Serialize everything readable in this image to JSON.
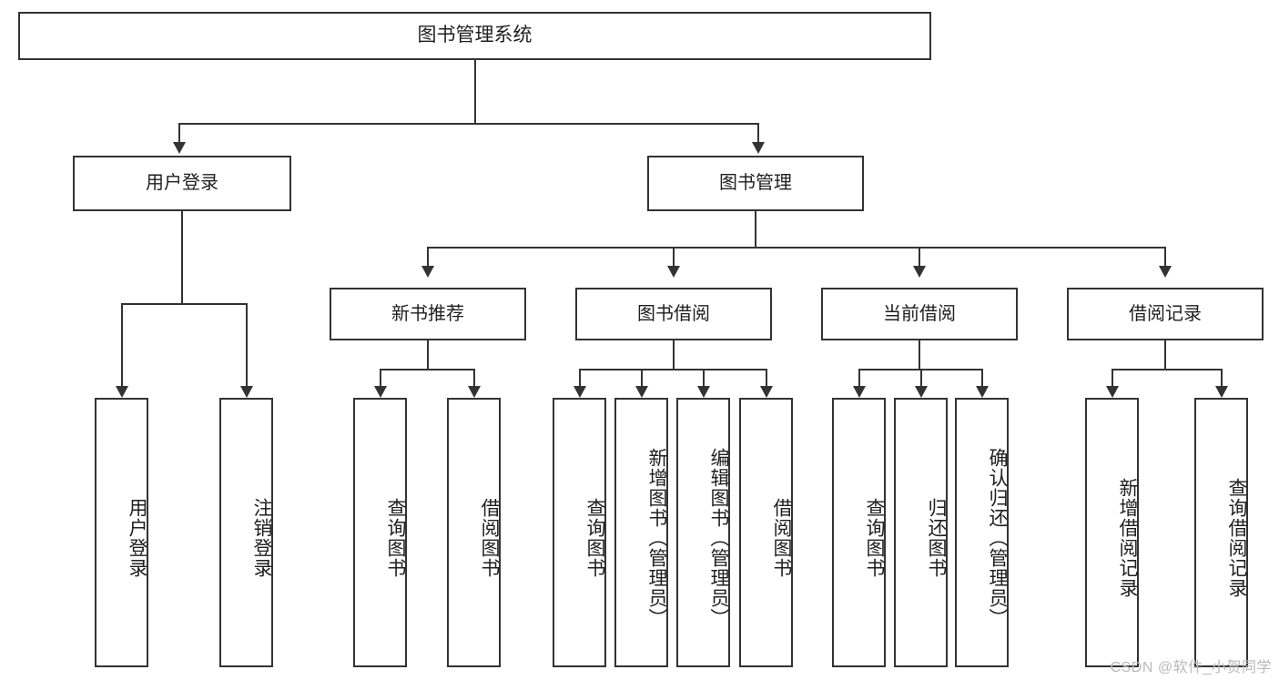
{
  "diagram": {
    "title": "图书管理系统",
    "type": "tree",
    "root": {
      "label": "图书管理系统"
    },
    "level2": [
      {
        "label": "用户登录"
      },
      {
        "label": "图书管理"
      }
    ],
    "level3": [
      {
        "label": "新书推荐"
      },
      {
        "label": "图书借阅"
      },
      {
        "label": "当前借阅"
      },
      {
        "label": "借阅记录"
      }
    ],
    "leaves": {
      "user_login": [
        {
          "label": "用户登录"
        },
        {
          "label": "注销登录"
        }
      ],
      "new_book_recommend": [
        {
          "label": "查询图书"
        },
        {
          "label": "借阅图书"
        }
      ],
      "book_borrow": [
        {
          "label": "查询图书"
        },
        {
          "label": "新增图书（管理员）"
        },
        {
          "label": "编辑图书（管理员）"
        },
        {
          "label": "借阅图书"
        }
      ],
      "current_borrow": [
        {
          "label": "查询图书"
        },
        {
          "label": "归还图书"
        },
        {
          "label": "确认归还（管理员）"
        }
      ],
      "borrow_record": [
        {
          "label": "新增借阅记录"
        },
        {
          "label": "查询借阅记录"
        }
      ]
    }
  },
  "watermark": {
    "text": "CSDN @软件_小贺同学"
  },
  "colors": {
    "border": "#333333",
    "text": "#1f1f1f",
    "background": "#ffffff",
    "watermark": "#b9b9b9"
  }
}
